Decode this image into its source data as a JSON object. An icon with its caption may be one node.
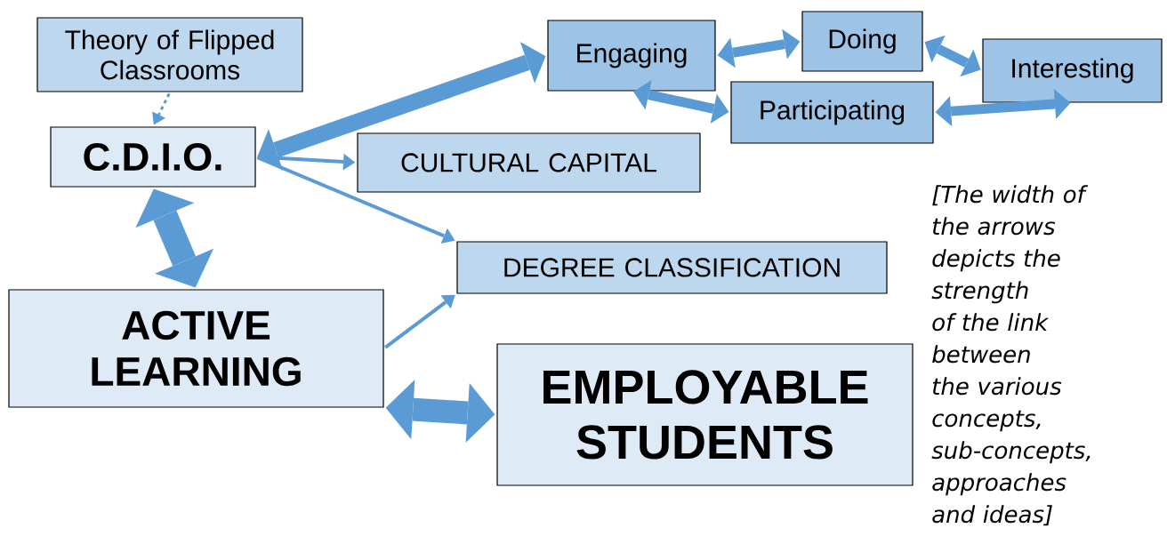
{
  "diagram": {
    "nodes": [
      {
        "text": [
          "Theory of Flipped Classrooms"
        ]
      },
      {
        "text": [
          "C.D.I.O."
        ]
      },
      {
        "text": [
          "Engaging"
        ]
      },
      {
        "text": [
          "Doing"
        ]
      },
      {
        "text": [
          "Interesting"
        ]
      },
      {
        "text": [
          "Participating"
        ]
      },
      {
        "text": [
          "CULTURAL CAPITAL"
        ]
      },
      {
        "text": [
          "DEGREE CLASSIFICATION"
        ]
      },
      {
        "text": [
          "ACTIVE LEARNING"
        ]
      },
      {
        "text": [
          "EMPLOYABLE STUDENTS"
        ]
      }
    ],
    "edges": [
      {
        "from": 0,
        "to": 1,
        "arrow": "to",
        "style": "dashed"
      },
      {
        "from": 1,
        "to": 2,
        "arrow": "both"
      },
      {
        "from": 1,
        "to": 6,
        "arrow": "to"
      },
      {
        "from": 1,
        "to": 7,
        "arrow": "to"
      },
      {
        "from": 1,
        "to": 8,
        "arrow": "both",
        "style": "thick"
      },
      {
        "from": 8,
        "to": 7,
        "arrow": "to"
      },
      {
        "from": 8,
        "to": 9,
        "arrow": "both",
        "style": "thick"
      },
      {
        "from": 2,
        "to": 3,
        "arrow": "both"
      },
      {
        "from": 3,
        "to": 4,
        "arrow": "both"
      },
      {
        "from": 2,
        "to": 5,
        "arrow": "both"
      },
      {
        "from": 5,
        "to": 4,
        "arrow": "both"
      }
    ],
    "labels": [
      "[The width of the arrows depicts the strength of the link between the various concepts, sub-concepts, approaches and ideas]"
    ]
  }
}
